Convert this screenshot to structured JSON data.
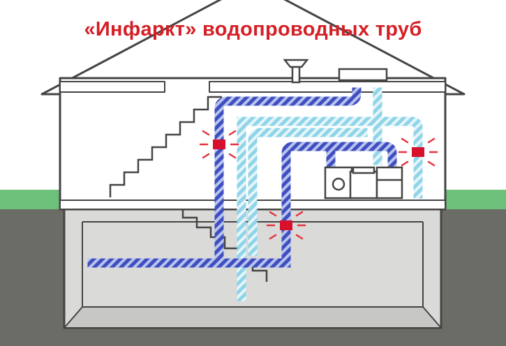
{
  "title": "«Инфаркт» водопроводных труб",
  "colors": {
    "title": "#d51f26",
    "sky": "#ffffff",
    "grass": "#6dc079",
    "ground": "#6c6c66",
    "basement_fill": "#d9d9d8",
    "house_fill": "#ffffff",
    "wall_line": "#444444",
    "cold_pipe": "#3f4fbf",
    "cold_pipe_stripe": "#b9c3ee",
    "hot_pipe": "#8fd4e8",
    "hot_pipe_stripe": "#e5f6fb",
    "blockage": "#d8102b"
  },
  "icons": [
    "sink",
    "wash-basin",
    "washing-machine",
    "toilet",
    "bathtub",
    "blockage-marker"
  ]
}
